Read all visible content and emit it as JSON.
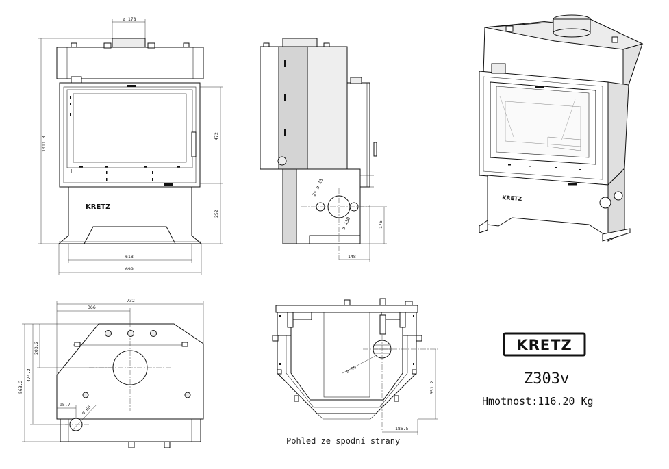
{
  "brand": {
    "logo_text": "KRETZ"
  },
  "product": {
    "model": "Z303v",
    "weight": "Hmotnost:116.20 Kg"
  },
  "front_view": {
    "dims": {
      "flue_diameter": "ø 178",
      "total_height": "1011.8",
      "door_height": "472",
      "base_height": "252",
      "width_618": "618",
      "width_699": "699"
    },
    "logo_text": "KRETZ"
  },
  "side_view": {
    "dims": {
      "hole_small": "2x ø 13",
      "hole_large": "ø 130",
      "offset_148": "148",
      "height_176": "176"
    }
  },
  "top_view": {
    "dims": {
      "width_732": "732",
      "width_366": "366",
      "depth_563_2": "563.2",
      "depth_474_2": "474.2",
      "depth_203_2": "203.2",
      "offset_95_7": "95.7",
      "hole_60": "ø 60"
    }
  },
  "bottom_view": {
    "caption": "Pohled ze spodní strany",
    "dims": {
      "hole_99": "ø 99",
      "depth_351_2": "351.2",
      "offset_186_5": "186.5"
    }
  },
  "iso_view": {
    "logo_text": "KRETZ"
  }
}
